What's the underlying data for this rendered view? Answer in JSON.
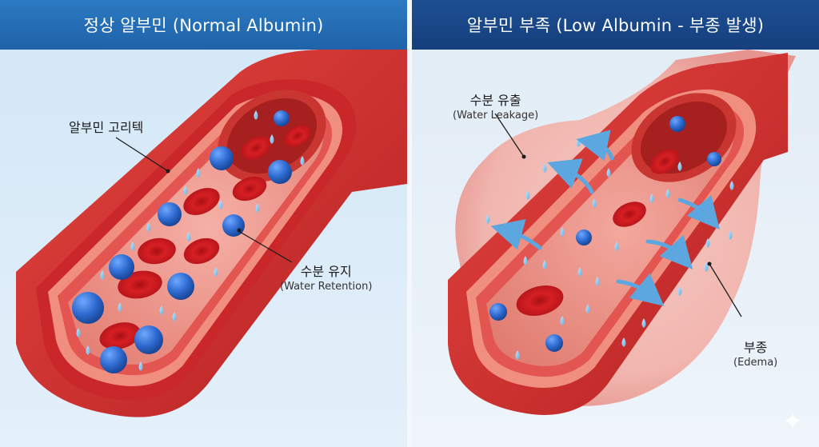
{
  "left_panel": {
    "title": "정상 알부민 (Normal Albumin)",
    "labels": {
      "albumin_gorithek": "알부민 고리텍",
      "water_retention_ko": "수분 유지",
      "water_retention_en": "(Water Retention)"
    }
  },
  "right_panel": {
    "title": "알부민 부족 (Low Albumin - 부종 발생)",
    "labels": {
      "water_leakage_ko": "수분 유출",
      "water_leakage_en": "(Water Leakage)",
      "edema_ko": "부종",
      "edema_en": "(Edema)"
    }
  },
  "colors": {
    "vessel_red": "#d8302f",
    "vessel_dark": "#a51d1f",
    "rbc": "#c8161c",
    "albumin_blue": "#2f6fd0",
    "water_drop": "#7fc0ec",
    "left_header": "#2b7ac2",
    "right_header": "#1d4f93"
  }
}
